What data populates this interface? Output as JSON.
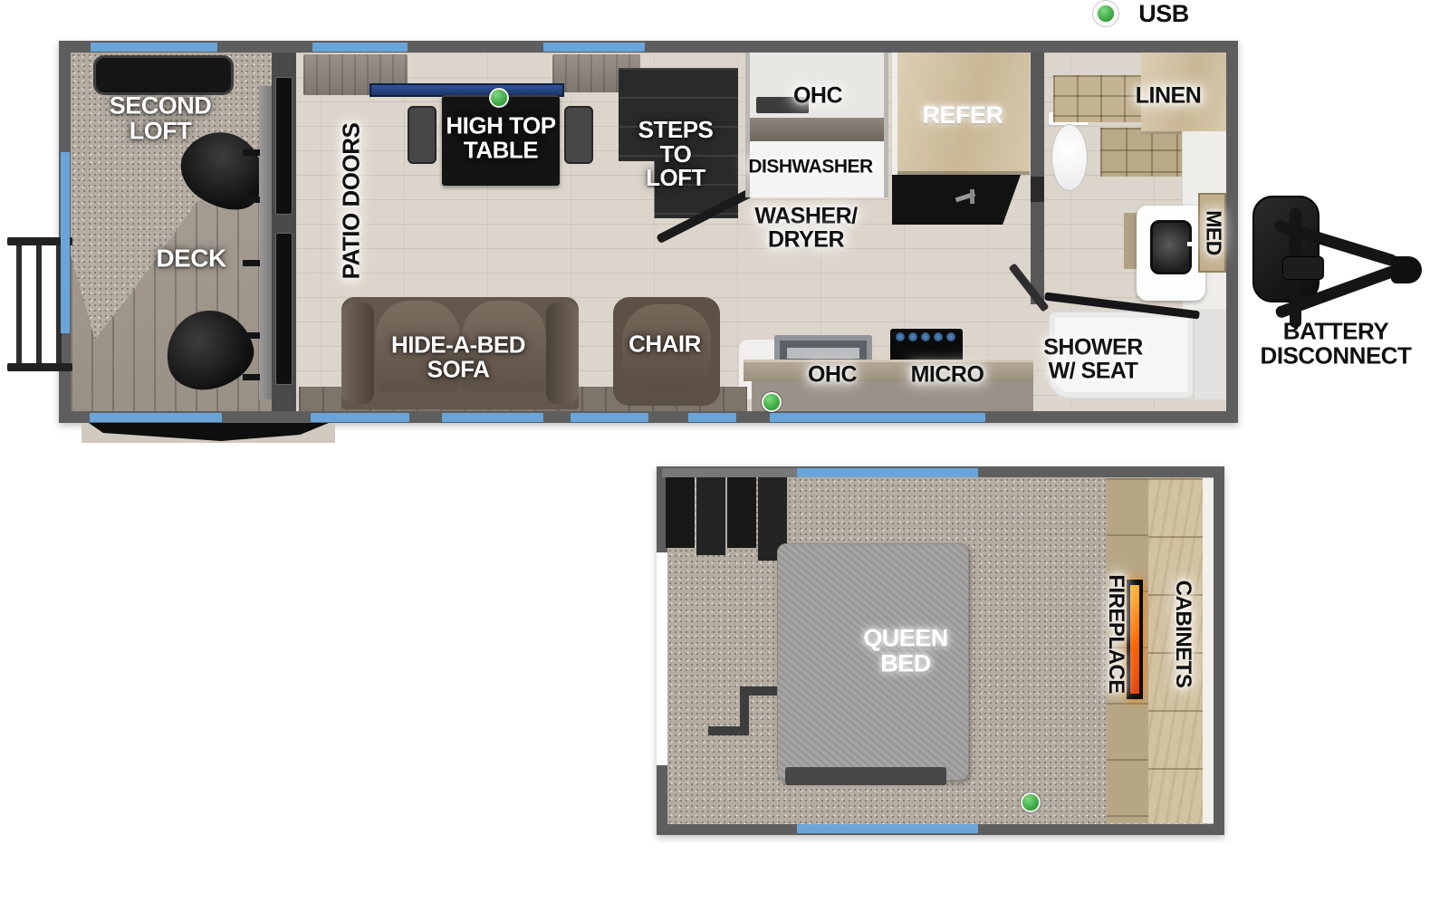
{
  "legend": {
    "usb": "USB"
  },
  "colors": {
    "usb_dot": "#3fae49",
    "window_accent": "#6aa5da",
    "wall_gray": "#5e5e5e",
    "table_window_navy": "#24457f",
    "fireplace_flame": "#ff6a00",
    "sofa_brown": "#63564b",
    "bed_gray": "#a09f9d"
  },
  "main_floorplan": {
    "rooms": {
      "second_loft": "SECOND\nLOFT",
      "deck": "DECK",
      "patio_doors": "PATIO DOORS",
      "high_top_table": "HIGH TOP\nTABLE",
      "steps_to_loft": "STEPS\nTO\nLOFT",
      "ohc_galley": "OHC",
      "dishwasher": "DISHWASHER",
      "washer_dryer": "WASHER/\nDRYER",
      "refer": "REFER",
      "linen": "LINEN",
      "med": "MED",
      "shower": "SHOWER\nW/ SEAT",
      "ohc_kitchen": "OHC",
      "micro": "MICRO",
      "chair": "CHAIR",
      "hide_a_bed_sofa": "HIDE-A-BED\nSOFA",
      "battery_disconnect": "BATTERY\nDISCONNECT"
    }
  },
  "loft_floorplan": {
    "rooms": {
      "queen_bed": "QUEEN\nBED",
      "fireplace": "FIREPLACE",
      "cabinets": "CABINETS"
    }
  }
}
